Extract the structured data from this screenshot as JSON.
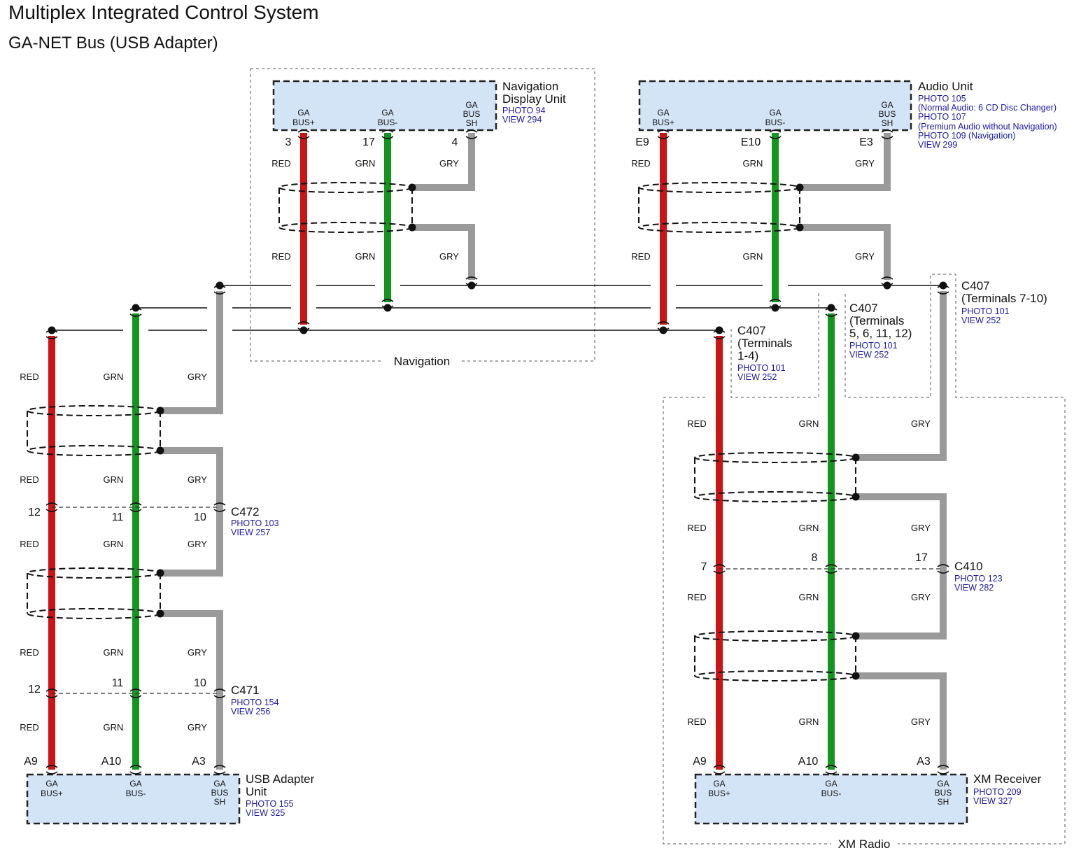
{
  "header": {
    "title": "Multiplex Integrated Control System",
    "subtitle": "GA-NET Bus (USB Adapter)"
  },
  "colors": {
    "red_wire": "#cc1414",
    "green_wire": "#14961e",
    "gray_wire": "#9a9a9a",
    "unit_fill": "#d4e4f7",
    "reference_text": "#1a1aa6"
  },
  "wire_colors": {
    "red": "RED",
    "green": "GRN",
    "gray": "GRY"
  },
  "terminals": {
    "bus_plus_1": "GA",
    "bus_plus_2": "BUS+",
    "bus_minus_1": "GA",
    "bus_minus_2": "BUS-",
    "bus_sh_1": "GA",
    "bus_sh_2": "BUS",
    "bus_sh_3": "SH"
  },
  "navigation_display": {
    "name_line1": "Navigation",
    "name_line2": "Display Unit",
    "photo": "PHOTO 94",
    "view": "VIEW 294",
    "pins": [
      "3",
      "17",
      "4"
    ]
  },
  "navigation_group": {
    "label": "Navigation"
  },
  "audio_unit": {
    "name": "Audio Unit",
    "refs": [
      "PHOTO 105",
      "(Normal Audio: 6 CD Disc Changer)",
      "PHOTO 107",
      "(Premium Audio without Navigation)",
      "PHOTO 109 (Navigation)",
      "VIEW 299"
    ],
    "pins": [
      "E9",
      "E10",
      "E3"
    ]
  },
  "c407_a": {
    "name": "C407",
    "sub1": "(Terminals 7-10)",
    "photo": "PHOTO 101",
    "view": "VIEW 252"
  },
  "c407_b": {
    "name": "C407",
    "sub1": "(Terminals",
    "sub2": "5, 6, 11, 12)",
    "photo": "PHOTO 101",
    "view": "VIEW 252"
  },
  "c407_c": {
    "name": "C407",
    "sub1": "(Terminals",
    "sub2": "1-4)",
    "photo": "PHOTO 101",
    "view": "VIEW 252"
  },
  "c472": {
    "name": "C472",
    "photo": "PHOTO 103",
    "view": "VIEW 257",
    "pins": [
      "12",
      "11",
      "10"
    ]
  },
  "c471": {
    "name": "C471",
    "photo": "PHOTO 154",
    "view": "VIEW 256",
    "pins": [
      "12",
      "11",
      "10"
    ]
  },
  "c410": {
    "name": "C410",
    "photo": "PHOTO 123",
    "view": "VIEW 282",
    "pins": [
      "7",
      "8",
      "17"
    ]
  },
  "usb_adapter": {
    "name_line1": "USB Adapter",
    "name_line2": "Unit",
    "photo": "PHOTO 155",
    "view": "VIEW 325",
    "pins": [
      "A9",
      "A10",
      "A3"
    ]
  },
  "xm_receiver": {
    "name": "XM Receiver",
    "photo": "PHOTO 209",
    "view": "VIEW 327",
    "pins": [
      "A9",
      "A10",
      "A3"
    ]
  },
  "xm_group": {
    "label": "XM Radio"
  }
}
